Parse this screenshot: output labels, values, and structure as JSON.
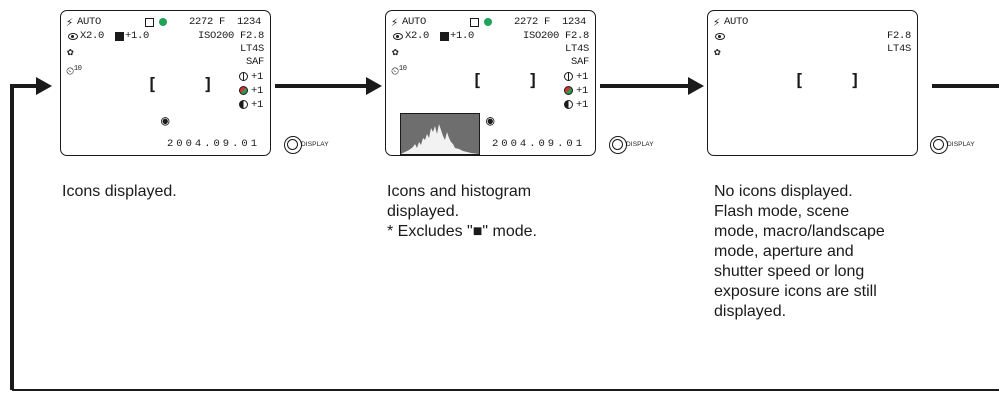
{
  "screens": [
    {
      "top_left": [
        "AUTO",
        "X2.0",
        "+1.0"
      ],
      "top_right": [
        "2272 F",
        "1234",
        "ISO200 F2.8",
        "LT4S",
        "SAF",
        "+1",
        "+1",
        "+1"
      ],
      "timer_sup": "10",
      "date": "2004.09.01",
      "display_label": "DISPLAY"
    },
    {
      "top_left": [
        "AUTO",
        "X2.0",
        "+1.0"
      ],
      "top_right": [
        "2272 F",
        "1234",
        "ISO200 F2.8",
        "LT4S",
        "SAF",
        "+1",
        "+1",
        "+1"
      ],
      "timer_sup": "10",
      "date": "2004.09.01",
      "display_label": "DISPLAY"
    },
    {
      "top_left": [
        "AUTO"
      ],
      "top_right": [
        "F2.8",
        "LT4S"
      ],
      "display_label": "DISPLAY"
    }
  ],
  "captions": [
    [
      "Icons displayed."
    ],
    [
      "Icons and histogram",
      "displayed.",
      "* Excludes \"■\" mode."
    ],
    [
      "No icons displayed.",
      "Flash mode, scene",
      "mode, macro/landscape",
      "mode, aperture and",
      "shutter speed or long",
      "exposure icons are still",
      "displayed."
    ]
  ],
  "colors": {
    "line": "#1a1a1a",
    "green": "#1fa35a",
    "red": "#d6303a"
  }
}
